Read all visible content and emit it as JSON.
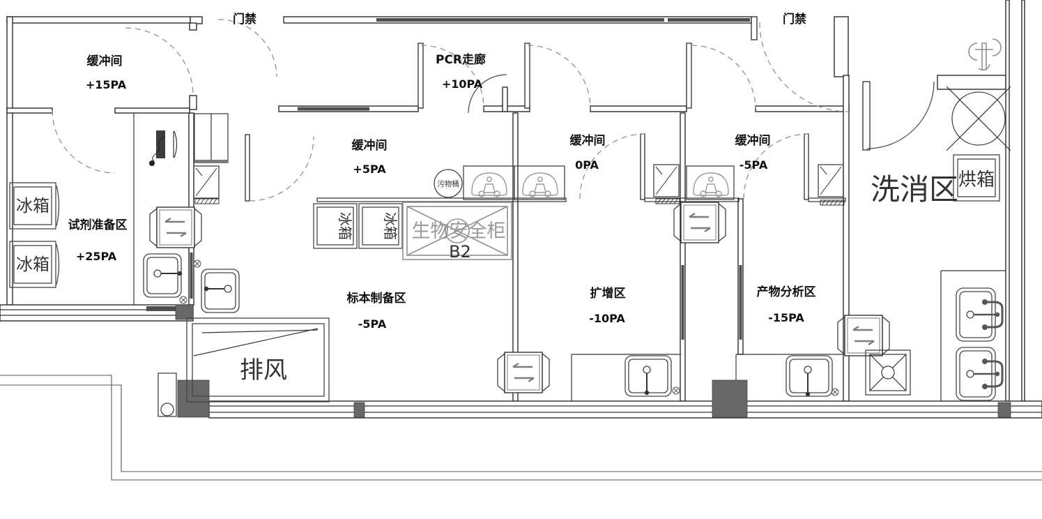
{
  "labels": {
    "access_control_left": "门禁",
    "access_control_right": "门禁"
  },
  "rooms": [
    {
      "name": "缓冲间",
      "pressure": "+15PA"
    },
    {
      "name": "PCR走廊",
      "pressure": "+10PA"
    },
    {
      "name": "缓冲间",
      "pressure": "+5PA"
    },
    {
      "name": "缓冲间",
      "pressure": "0PA"
    },
    {
      "name": "缓冲间",
      "pressure": "-5PA"
    },
    {
      "name": "试剂准备区",
      "pressure": "+25PA"
    },
    {
      "name": "标本制备区",
      "pressure": "-5PA"
    },
    {
      "name": "扩增区",
      "pressure": "-10PA"
    },
    {
      "name": "产物分析区",
      "pressure": "-15PA"
    },
    {
      "name": "洗消区",
      "pressure": ""
    }
  ],
  "equipment": {
    "fridge_1": "冰箱",
    "fridge_2": "冰箱",
    "bench_fridge_1": "冰箱",
    "bench_fridge_2": "冰箱",
    "biosafety_cabinet": "生物安全柜",
    "biosafety_cabinet_class": "B2",
    "waste_bin": "污物桶",
    "exhaust_fan": "排风",
    "oven": "烘箱"
  },
  "colors": {
    "wall_line": "#2b2b2b",
    "gray_symbol": "#8a8a8a",
    "dark_fill": "#4f4f4f",
    "dashed_door_arc": "#909090"
  }
}
